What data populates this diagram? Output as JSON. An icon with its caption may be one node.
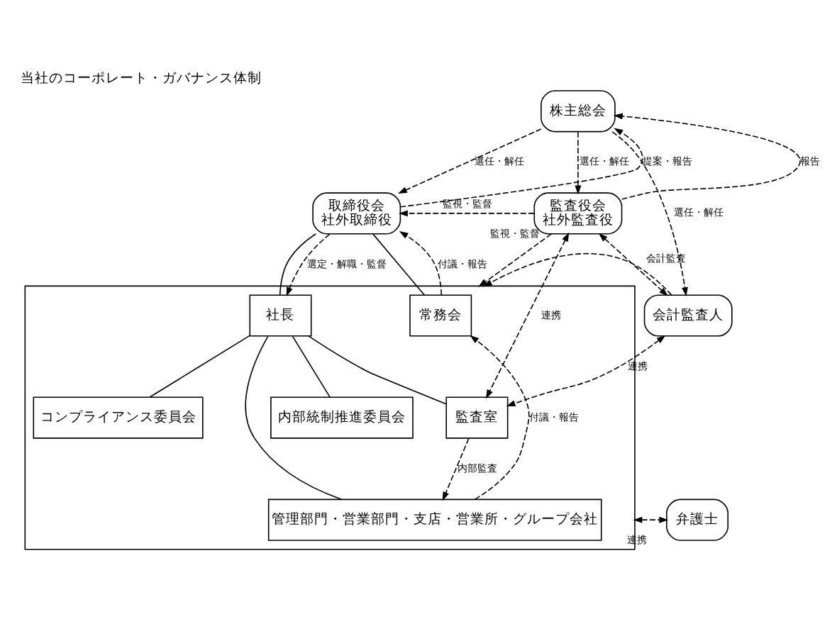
{
  "diagram": {
    "title": "当社のコーポレート・ガバナンス体制",
    "nodes": [
      {
        "text": [
          "株主総会"
        ]
      },
      {
        "text": [
          "取締役会",
          "社外取締役"
        ]
      },
      {
        "text": [
          "監査役会",
          "社外監査役"
        ]
      },
      {
        "text": [],
        "shape": "box"
      },
      {
        "text": [
          "常務会"
        ],
        "in": 3
      },
      {
        "text": [
          "社長"
        ],
        "in": 3
      },
      {
        "text": [
          "内部統制推進委員会"
        ],
        "in": 3
      },
      {
        "text": [
          "コンプライアンス委員会"
        ],
        "in": 3
      },
      {
        "text": [
          "監査室"
        ],
        "in": 3
      },
      {
        "text": [
          "管理部門・営業部門・支店・営業所・グループ会社"
        ],
        "in": 3
      },
      {
        "text": [
          "会計監査人"
        ]
      },
      {
        "text": [
          "弁護士"
        ]
      }
    ],
    "edges": [
      {
        "from": 1,
        "to": 0,
        "arrow": "to",
        "label": "提案・報告",
        "style": "dashed"
      },
      {
        "from": 0,
        "to": 1,
        "arrow": "to",
        "label": "選任・解任",
        "style": "dashed"
      },
      {
        "from": 0,
        "to": 2,
        "arrow": "to",
        "label": "選任・解任",
        "style": "dashed"
      },
      {
        "from": 2,
        "to": 0,
        "arrow": "to",
        "label": "報告",
        "style": "dashed"
      },
      {
        "from": 0,
        "to": 10,
        "arrow": "to",
        "label": "選任・解任",
        "style": "dashed"
      },
      {
        "from": 2,
        "to": 1,
        "arrow": "to",
        "label": "監視・監督",
        "style": "dashed"
      },
      {
        "from": 4,
        "to": 1,
        "arrow": "to",
        "label": "付議・報告",
        "style": "dashed"
      },
      {
        "from": 1,
        "to": 5,
        "arrow": "to",
        "label": "選定・解職・監督",
        "style": "dashed"
      },
      {
        "from": 2,
        "to": 3,
        "arrow": "to",
        "label": "監視・監督",
        "style": "dashed"
      },
      {
        "from": 2,
        "to": 10,
        "arrow": "both",
        "style": "dashed"
      },
      {
        "from": 2,
        "to": 8,
        "arrow": "both",
        "label": "連携",
        "style": "dashed"
      },
      {
        "from": 10,
        "to": 3,
        "arrow": "to",
        "label": "会計監査",
        "style": "dashed"
      },
      {
        "from": 10,
        "to": 8,
        "arrow": "both",
        "label": "連携",
        "style": "dashed"
      },
      {
        "from": 1,
        "to": 4,
        "arrow": "none"
      },
      {
        "from": 1,
        "to": 5,
        "arrow": "none"
      },
      {
        "from": 5,
        "to": 6,
        "arrow": "none"
      },
      {
        "from": 5,
        "to": 7,
        "arrow": "none"
      },
      {
        "from": 5,
        "to": 8,
        "arrow": "none"
      },
      {
        "from": 5,
        "to": 9,
        "arrow": "none"
      },
      {
        "from": 9,
        "to": 4,
        "arrow": "to",
        "label": "付議・報告",
        "style": "dashed"
      },
      {
        "from": 8,
        "to": 9,
        "arrow": "to",
        "label": "内部監査",
        "style": "dashed"
      },
      {
        "from": 3,
        "to": 11,
        "arrow": "both",
        "label": "連携",
        "style": "dashed"
      }
    ]
  }
}
